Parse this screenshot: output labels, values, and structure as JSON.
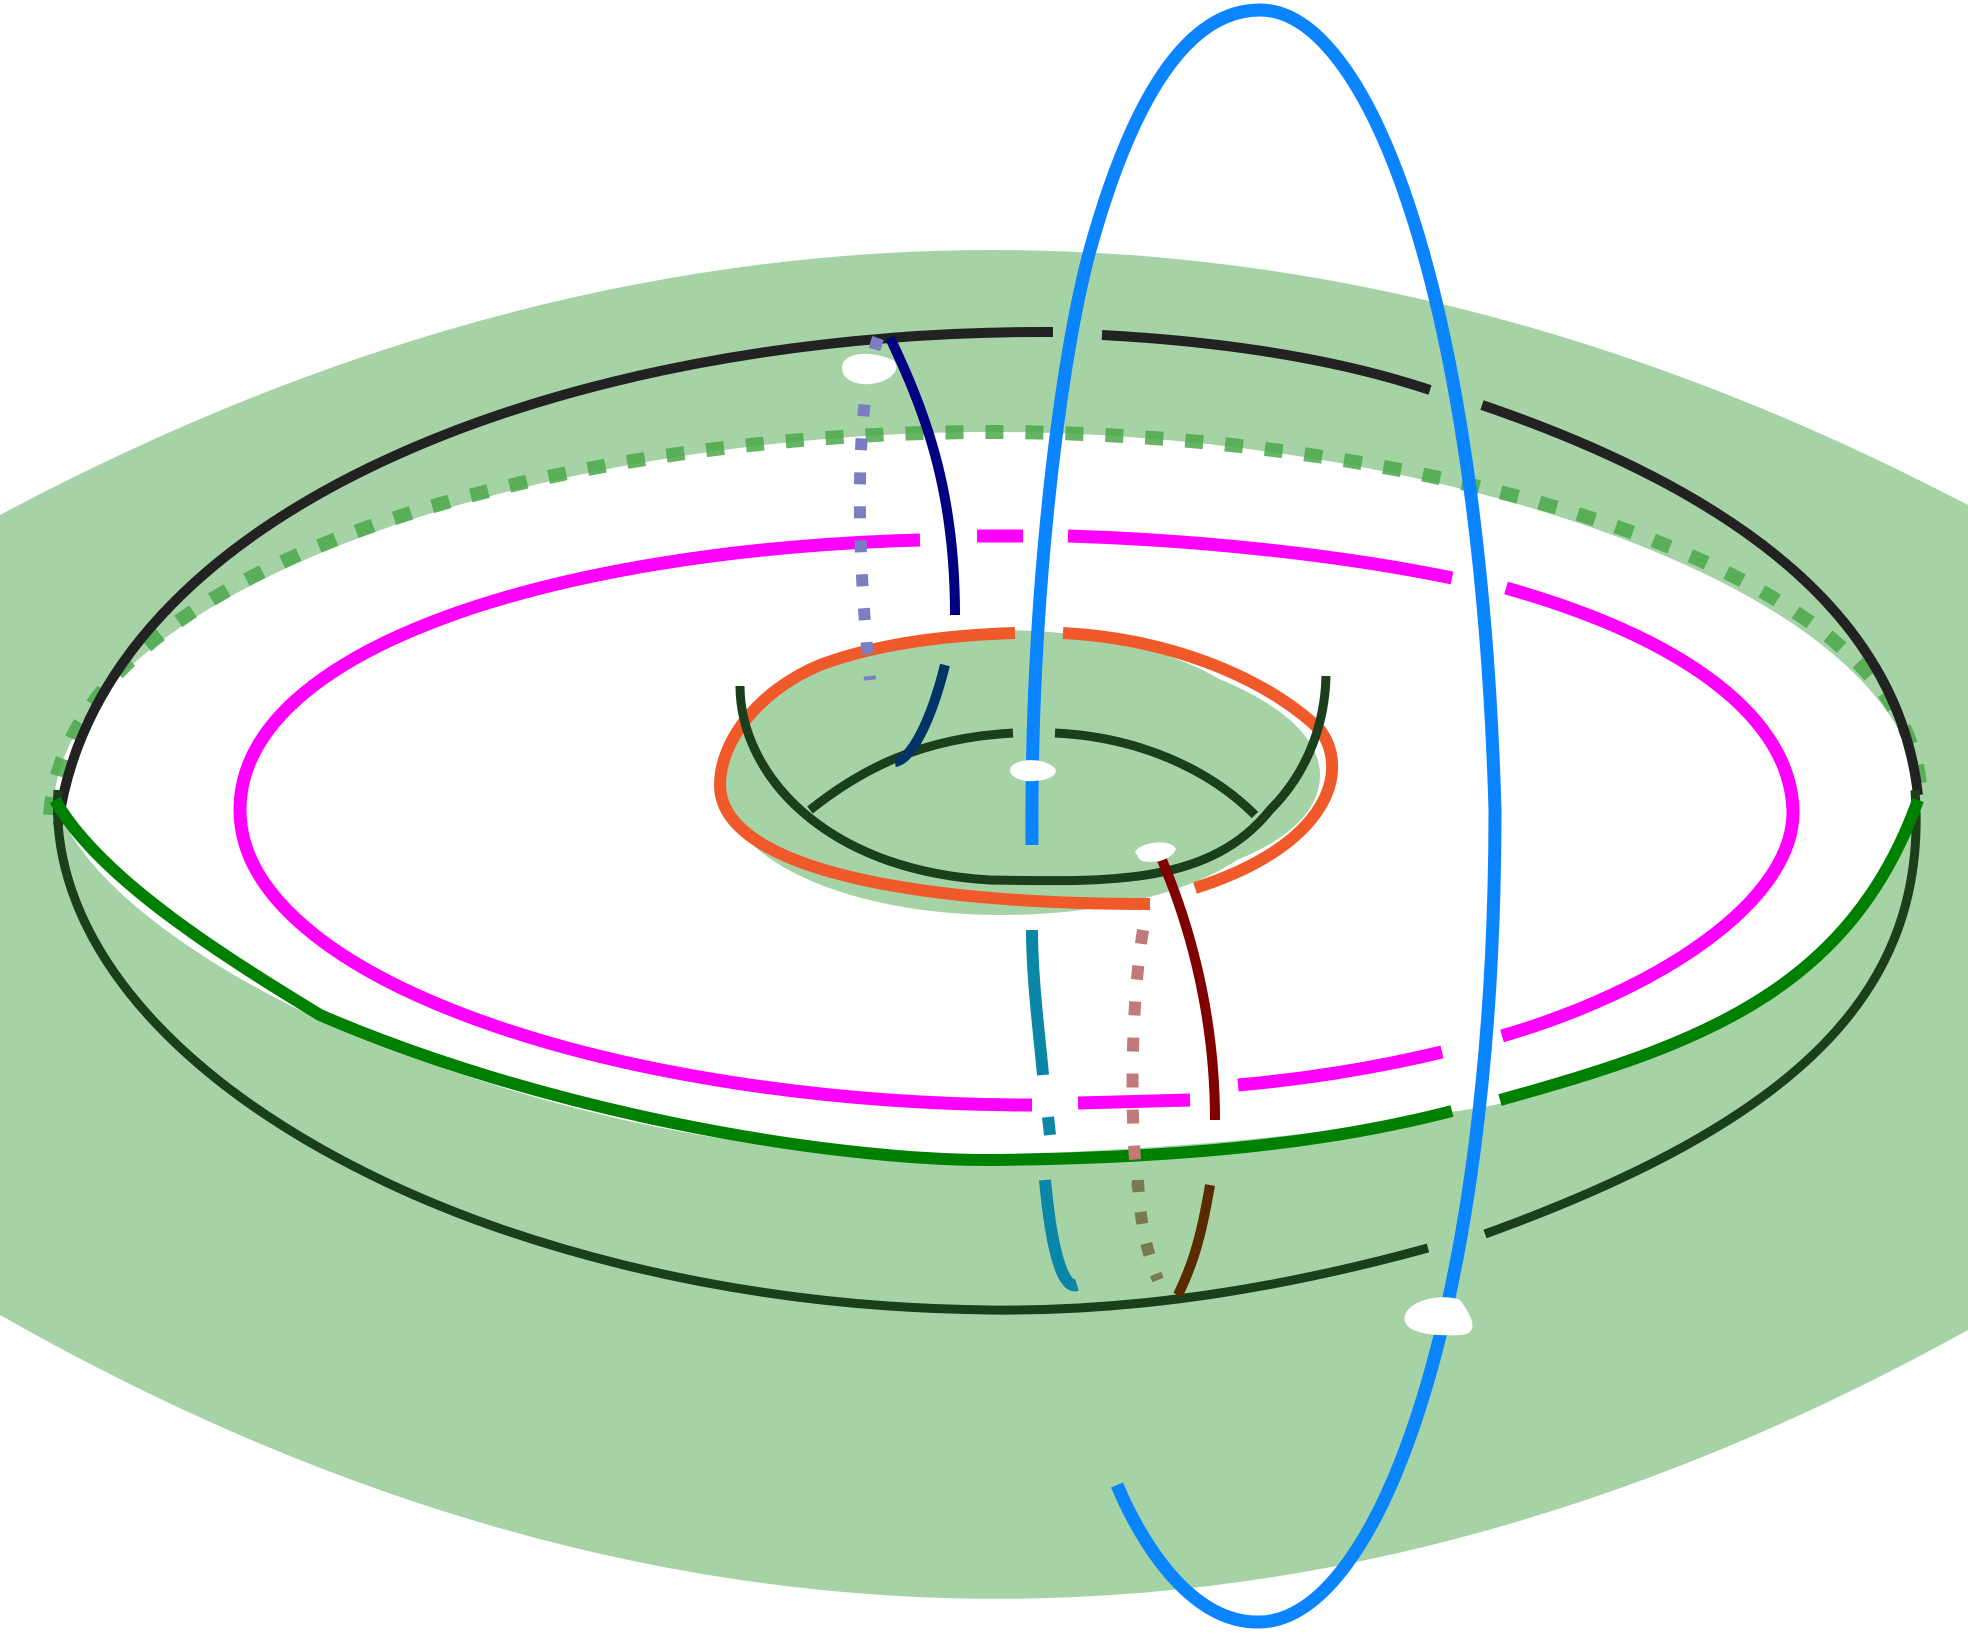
{
  "figure": {
    "kind": "topology-diagram",
    "description_visible_text": ""
  },
  "colors": {
    "background": "#ffffff",
    "plane_fill": "#a5d3a6",
    "outer_rim_black": "#222222",
    "dark_green_rim": "#1b3e1b",
    "green_band": "#008000",
    "green_dotted": "#4aa84a",
    "magenta_loop": "#ff00ff",
    "orange_ring": "#f05a2a",
    "azure_loop": "#0a84ff",
    "azure_loop_under": "#0a86a6",
    "navy_arc": "#000080",
    "navy_dotted": "#7b7ec0",
    "maroon_arc": "#800000",
    "maroon_dotted": "#c07a7a",
    "brown_arc": "#5a2a00",
    "olive_dotted": "#7a7a50",
    "white_hole": "#ffffff"
  },
  "elements": [
    {
      "id": "green-plane",
      "shape": "lens-region"
    },
    {
      "id": "outer-torus-rim",
      "color_key": "outer_rim_black",
      "style": "solid"
    },
    {
      "id": "lower-torus-rim",
      "color_key": "dark_green_rim",
      "style": "solid"
    },
    {
      "id": "green-equator-band",
      "color_key": "green_band",
      "style": "solid"
    },
    {
      "id": "green-dotted-circle",
      "color_key": "green_dotted",
      "style": "dashed"
    },
    {
      "id": "magenta-loop",
      "color_key": "magenta_loop",
      "style": "broken"
    },
    {
      "id": "orange-inner-ring",
      "color_key": "orange_ring",
      "style": "broken"
    },
    {
      "id": "inner-tube-loops",
      "color_key": "dark_green_rim",
      "style": "solid"
    },
    {
      "id": "azure-meridian-loop",
      "color_key": "azure_loop",
      "style": "solid-and-broken"
    },
    {
      "id": "navy-arc",
      "color_key": "navy_arc",
      "style": "solid-and-dotted"
    },
    {
      "id": "maroon-arc",
      "color_key": "maroon_arc",
      "style": "solid-and-dotted"
    },
    {
      "id": "puncture-holes",
      "color_key": "white_hole",
      "count": 4
    }
  ]
}
